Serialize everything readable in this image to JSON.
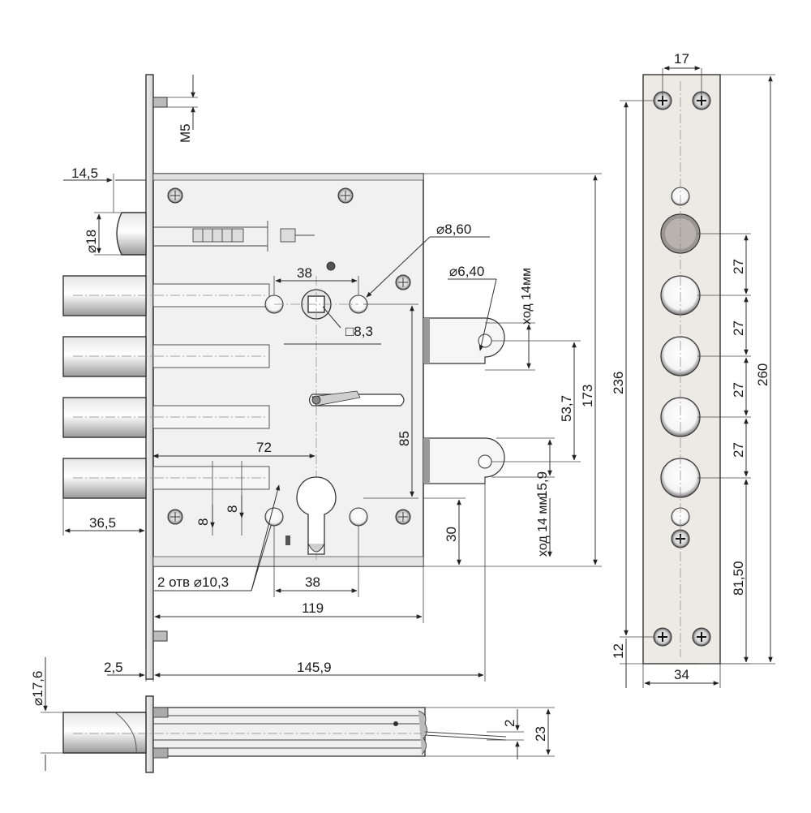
{
  "colors": {
    "metal_light": "#eeeeee",
    "metal_mid": "#cfcfcf",
    "metal_dark": "#9a9a9a",
    "line": "#333333",
    "background": "#ffffff"
  },
  "labels": {
    "m5": "M5",
    "d145": "14,5",
    "dia18": "⌀18",
    "dia860": "⌀8,60",
    "d38top": "38",
    "dia640": "⌀6,40",
    "stroke14top": "ход 14мм",
    "sq83": "□8,3",
    "d537": "53,7",
    "d173": "173",
    "d236": "236",
    "d85": "85",
    "d72": "72",
    "d8a": "8",
    "d8b": "8",
    "d365": "36,5",
    "d159": "15,9",
    "stroke14bot": "ход 14 мм.",
    "d30": "30",
    "holes103": "2 отв ⌀10,3",
    "d38bot": "38",
    "d119": "119",
    "d25": "2,5",
    "d1459": "145,9",
    "dia176": "⌀17,6",
    "d2": "2",
    "d23": "23",
    "d17": "17",
    "d27a": "27",
    "d27b": "27",
    "d27c": "27",
    "d27d": "27",
    "d260": "260",
    "d8150": "81,50",
    "d12": "12",
    "d34": "34"
  }
}
